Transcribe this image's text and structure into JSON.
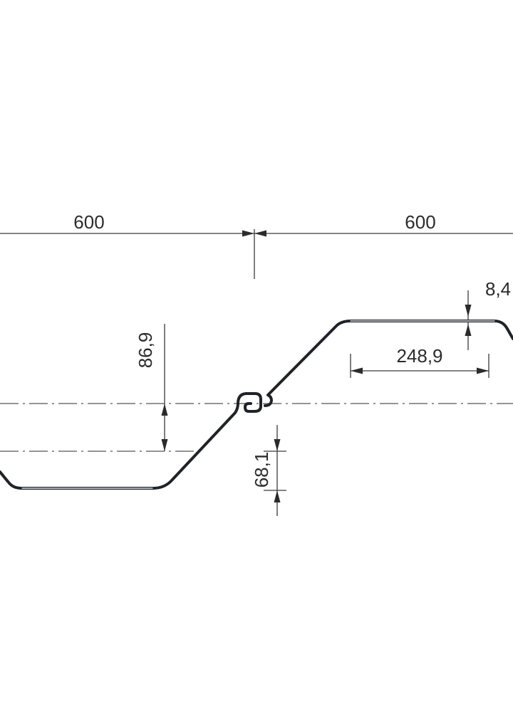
{
  "drawing": {
    "dimensions": {
      "left_width": "600",
      "right_width": "600",
      "upper_height": "86,9",
      "lower_height": "68,1",
      "flange_width": "248,9",
      "thickness": "8,4"
    },
    "colors": {
      "profile": "#1f2328",
      "dimension": "#2b2b2b",
      "background": "#ffffff"
    }
  }
}
